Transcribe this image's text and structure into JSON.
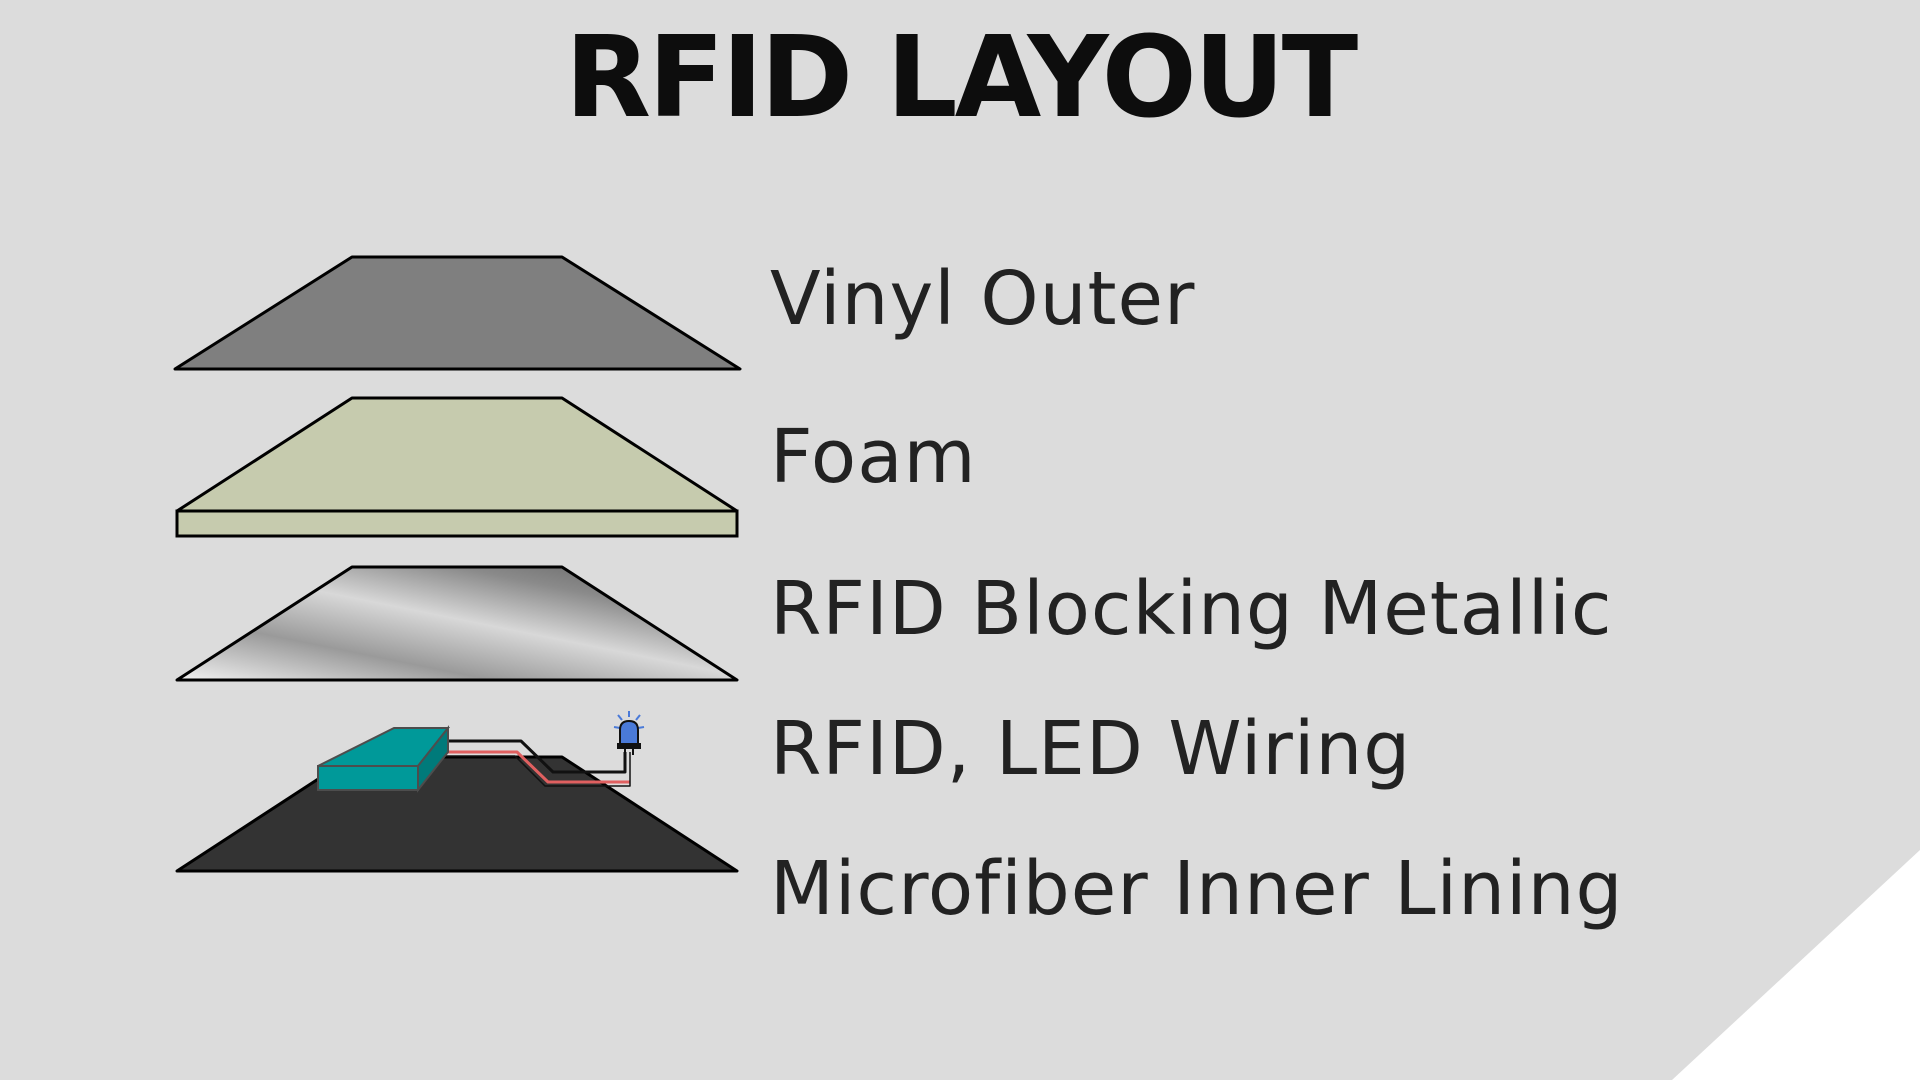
{
  "slide": {
    "title": "RFID LAYOUT",
    "background_color": "#dcdcdc",
    "corner_color": "#ffffff"
  },
  "layers": [
    {
      "name": "vinyl-outer",
      "label": "Vinyl Outer",
      "color": "#7f7f7f"
    },
    {
      "name": "foam",
      "label": "Foam",
      "color": "#c6cbae"
    },
    {
      "name": "rfid-blocking-metallic",
      "label": "RFID Blocking Metallic",
      "color": "#a6a6a6"
    },
    {
      "name": "rfid-led-wiring",
      "label": "RFID, LED Wiring",
      "colors": {
        "chip": "#009999",
        "wire_red": "#e06060",
        "wire_black": "#111111",
        "led": "#4a7ad8"
      }
    },
    {
      "name": "microfiber-inner-lining",
      "label": "Microfiber Inner Lining",
      "color": "#333333"
    }
  ]
}
